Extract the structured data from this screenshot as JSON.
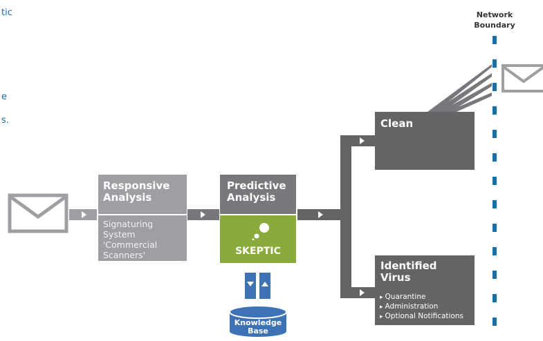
{
  "partial_text": {
    "line1": "tic",
    "line2": "e",
    "line3": "s."
  },
  "network_boundary": {
    "line1": "Network",
    "line2": "Boundary"
  },
  "responsive": {
    "title_line1": "Responsive",
    "title_line2": "Analysis",
    "sub_lines": [
      "Signaturing",
      "System",
      "'Commercial",
      "Scanners'"
    ]
  },
  "predictive": {
    "title_line1": "Predictive",
    "title_line2": "Analysis",
    "engine_label": "SKEPTIC"
  },
  "knowledge_base": {
    "line1": "Knowledge",
    "line2": "Base"
  },
  "clean": {
    "title": "Clean"
  },
  "virus": {
    "title_line1": "Identified",
    "title_line2": "Virus",
    "actions": [
      "Quarantine",
      "Administration",
      "Optional Notifications"
    ]
  },
  "colors": {
    "dark_gray": "#636466",
    "mid_gray": "#77787b",
    "light_gray": "#9d9fa2",
    "green": "#8aab3c",
    "blue": "#3d72b4",
    "boundary_blue": "#1a6ea8",
    "text_blue": "#1f6aa8"
  },
  "icons": [
    "envelope-icon",
    "play-arrow-icon",
    "bubbles-icon",
    "down-arrow-icon",
    "up-arrow-icon",
    "database-icon"
  ]
}
